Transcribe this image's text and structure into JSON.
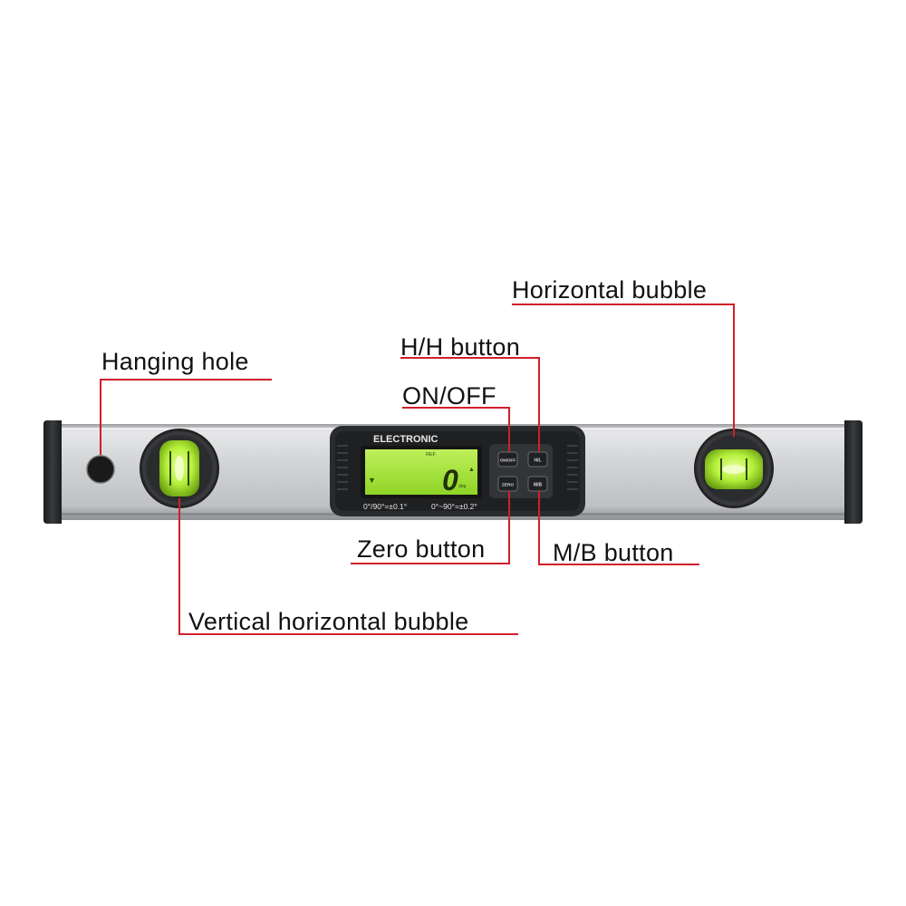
{
  "device": {
    "brand_label": "ELECTRONIC",
    "lcd": {
      "ref_label": "REF",
      "reading": "0",
      "unit": "deg",
      "arrow_left": "▼",
      "arrow_right": "▲"
    },
    "buttons": {
      "on_off": "ON/OFF",
      "hl": "H/L",
      "zero": "ZERO",
      "mb": "M/B"
    },
    "accuracy_left": "0°/90°=±0.1°",
    "accuracy_right": "0°~90°=±0.2°"
  },
  "callouts": {
    "hanging_hole": "Hanging hole",
    "horizontal_bubble": "Horizontal bubble",
    "hh_button": "H/H button",
    "on_off": "ON/OFF",
    "zero_button": "Zero button",
    "mb_button": "M/B button",
    "vertical_horizontal_bubble": "Vertical horizontal bubble"
  },
  "colors": {
    "leader_line": "#d01f2b",
    "lcd_green": "#a8e636",
    "bubble_green": "#b5f03a",
    "body_silver": "#c9cbcd",
    "housing_dark": "#2a2b2d"
  }
}
